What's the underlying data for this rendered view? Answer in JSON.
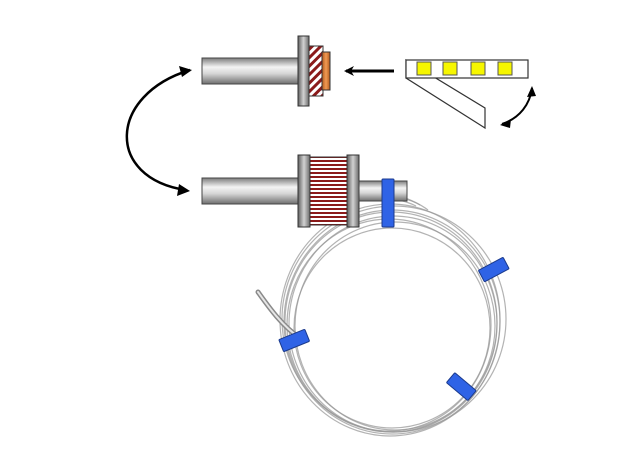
{
  "diagram": {
    "components": [
      "spindle-with-small-coil",
      "flexible-strip-with-yellow-squares",
      "spindle-with-wound-coil",
      "coiled-fiber-bundle",
      "blue-clips"
    ],
    "colors": {
      "shaft_light": "#f4f4f4",
      "shaft_dark": "#7c7c7c",
      "flange": "#8f8f8f",
      "copper": "#d9772e",
      "coil_stripe": "#8b1a1a",
      "yellow_square": "#f6f600",
      "clip_blue": "#2f63e6",
      "fiber": "#9a9a9a",
      "arrow": "#000000"
    },
    "strip_square_count": 4,
    "clip_count": 4
  }
}
